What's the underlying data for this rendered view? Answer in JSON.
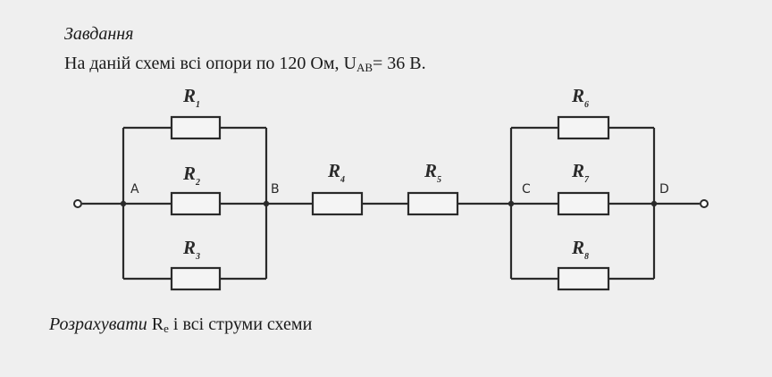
{
  "heading": "Завдання",
  "statement": {
    "prefix": "На даній схемі всі опори по 120 Ом, U",
    "subscript": "AB",
    "suffix": "= 36 В."
  },
  "task": {
    "italic": "Розрахувати",
    "symbol": " R",
    "subscript": "e",
    "suffix": " і всі струми схеми"
  },
  "circuit": {
    "resistors": [
      {
        "letter": "R",
        "index": "1"
      },
      {
        "letter": "R",
        "index": "2"
      },
      {
        "letter": "R",
        "index": "3"
      },
      {
        "letter": "R",
        "index": "4"
      },
      {
        "letter": "R",
        "index": "5"
      },
      {
        "letter": "R",
        "index": "6"
      },
      {
        "letter": "R",
        "index": "7"
      },
      {
        "letter": "R",
        "index": "8"
      }
    ],
    "nodes": [
      "A",
      "B",
      "C",
      "D"
    ]
  }
}
